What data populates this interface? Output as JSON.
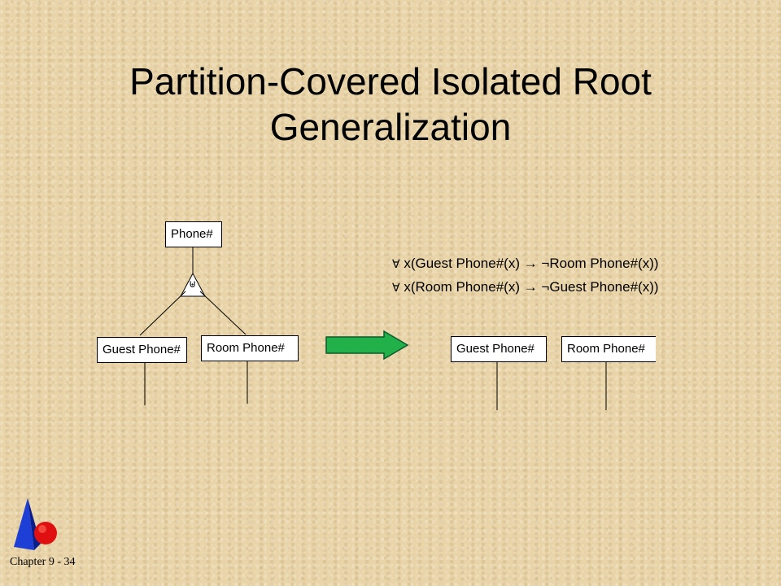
{
  "title": {
    "line1": "Partition-Covered Isolated Root",
    "line2": "Generalization"
  },
  "left_diagram": {
    "root": "Phone#",
    "symbol": "⊎",
    "child_left": "Guest Phone#",
    "child_right": "Room Phone#"
  },
  "right_diagram": {
    "box_left": "Guest Phone#",
    "box_right": "Room Phone#"
  },
  "formulas": [
    {
      "bullet": "∀",
      "text": "x(Guest Phone#(x)  →  ¬Room Phone#(x))"
    },
    {
      "bullet": "∀",
      "text": "x(Room Phone#(x)  →  ¬Guest Phone#(x))"
    }
  ],
  "arrow": {
    "color": "#22b04b",
    "icon": "right-arrow-icon"
  },
  "logo": {
    "icon": "wiley-logo-icon",
    "colors": [
      "#1e3fd6",
      "#e01010"
    ]
  },
  "footer": "Chapter 9 - 34"
}
